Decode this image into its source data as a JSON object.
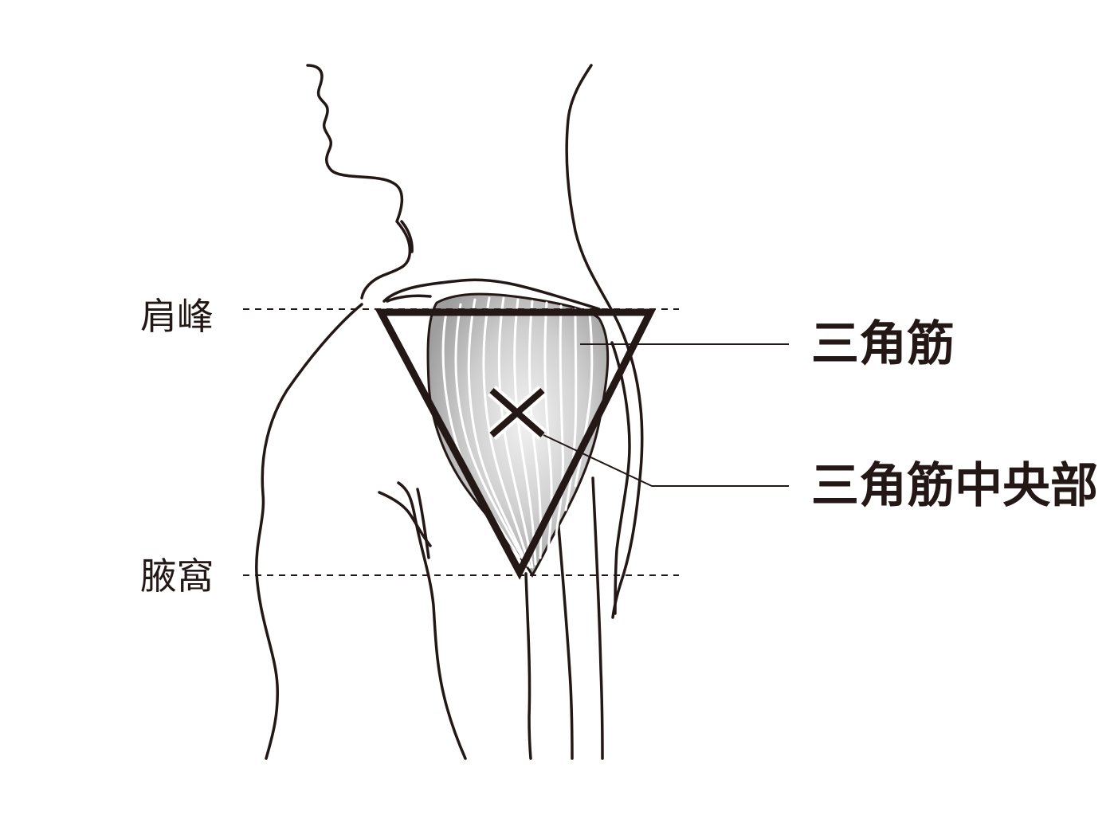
{
  "labels": {
    "acromion": "肩峰",
    "axilla": "腋窩",
    "deltoid": "三角筋",
    "deltoid_center": "三角筋中央部"
  },
  "colors": {
    "ink": "#231815",
    "muscle_fill": "#b5b5b5",
    "muscle_highlight": "#ececec",
    "background": "#ffffff"
  },
  "markers": {
    "center_mark": "x-mark"
  }
}
